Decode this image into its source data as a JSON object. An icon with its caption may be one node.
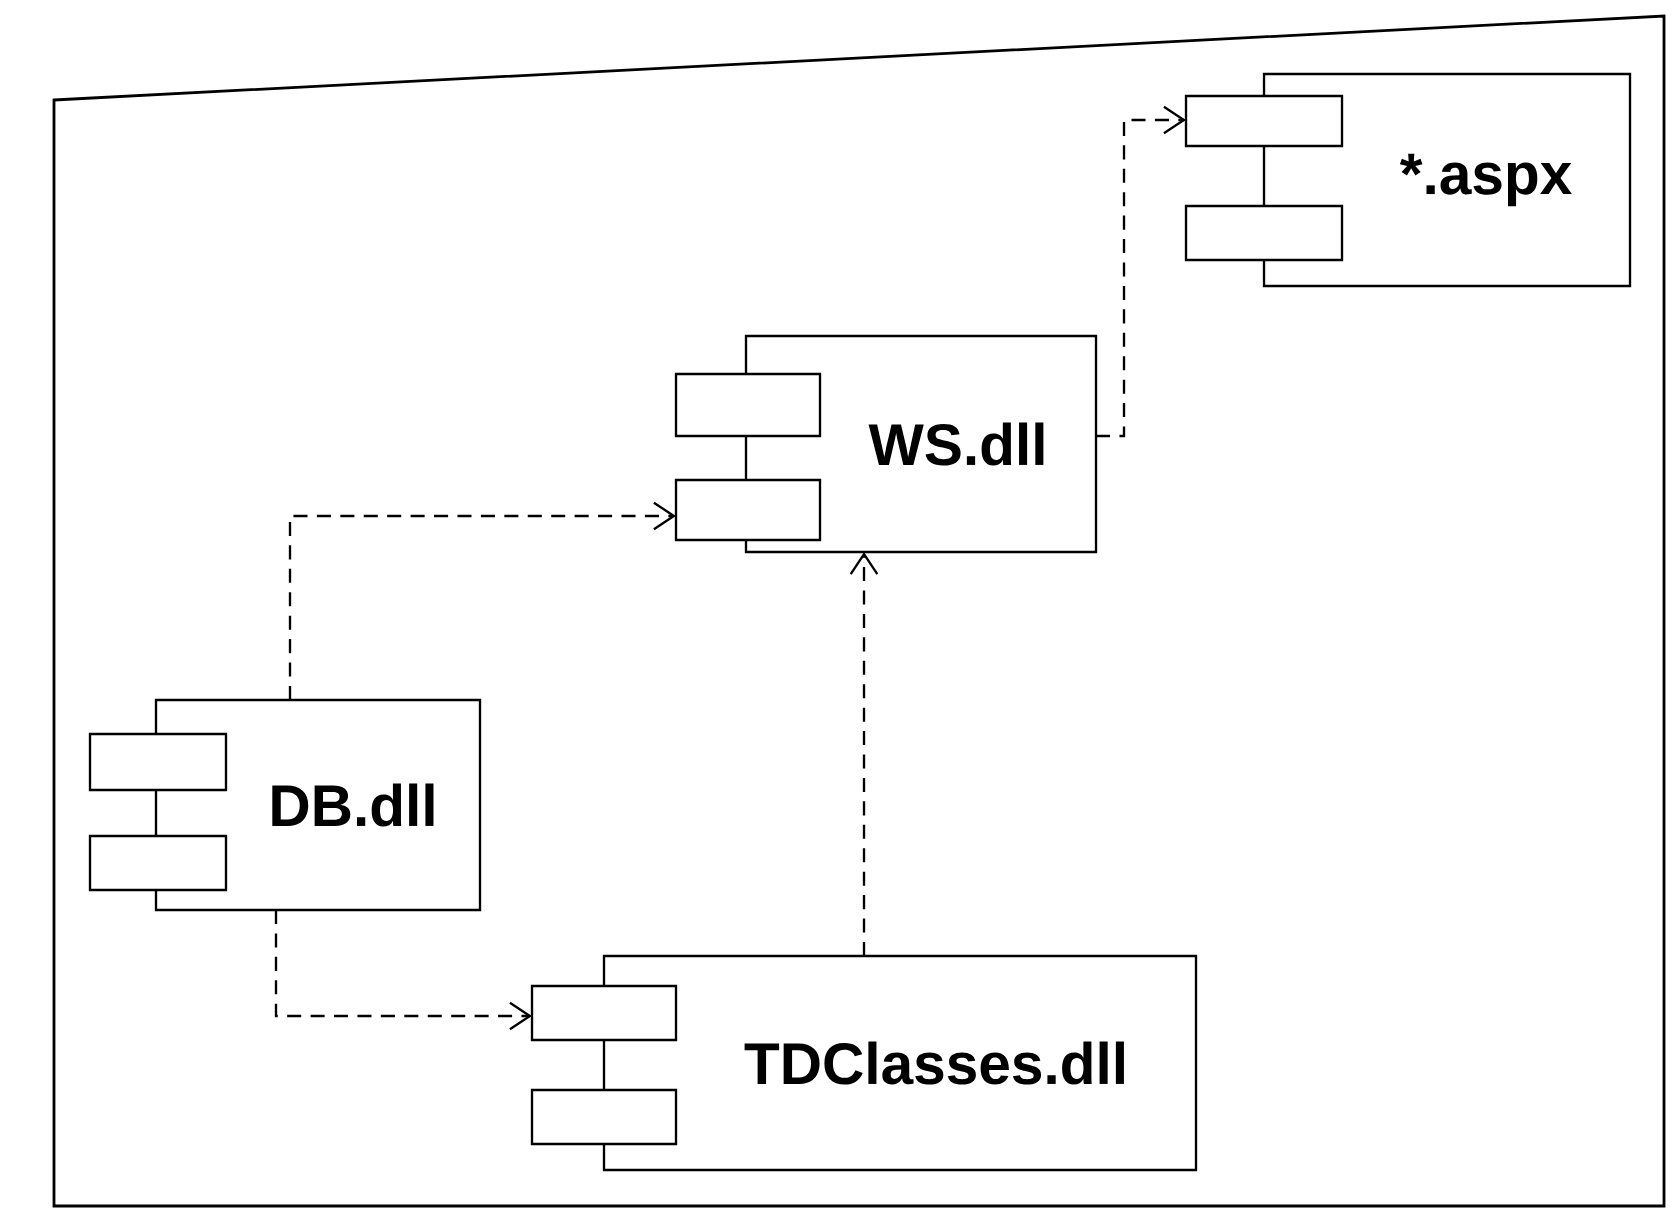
{
  "diagram": {
    "nodes": [
      {
        "text": [
          "*.aspx"
        ]
      },
      {
        "text": [
          "WS.dll"
        ]
      },
      {
        "text": [
          "DB.dll"
        ]
      },
      {
        "text": [
          "TDClasses.dll"
        ]
      }
    ],
    "edges": [
      {
        "from": 1,
        "to": 0,
        "arrow": "to",
        "style": "dashed"
      },
      {
        "from": 2,
        "to": 1,
        "arrow": "to",
        "style": "dashed"
      },
      {
        "from": 2,
        "to": 3,
        "arrow": "to",
        "style": "dashed"
      },
      {
        "from": 3,
        "to": 1,
        "arrow": "to",
        "style": "dashed"
      }
    ]
  }
}
